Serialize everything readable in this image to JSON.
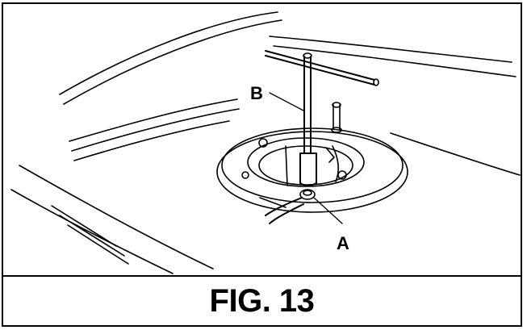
{
  "figure": {
    "caption": "FIG. 13",
    "labels": {
      "a": "A",
      "b": "B"
    }
  },
  "colors": {
    "line": "#000000",
    "background": "#ffffff"
  }
}
